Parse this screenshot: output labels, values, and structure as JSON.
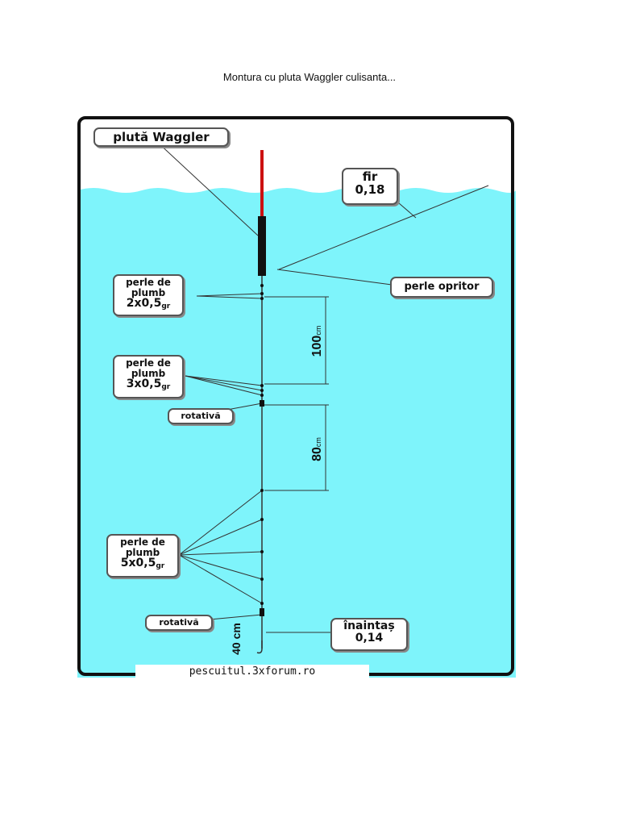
{
  "page": {
    "title": "Montura cu pluta Waggler culisanta..."
  },
  "diagram": {
    "colors": {
      "water": "#7ef4fb",
      "sky": "#ffffff",
      "frame": "#111111",
      "float_tip": "#cc1111",
      "float_body": "#111111"
    },
    "labels": {
      "float": "plută Waggler",
      "line_title": "fir",
      "line_value": "0,18",
      "stopper": "perle opritor",
      "weights_top_line1": "perle de",
      "weights_top_line2": "plumb",
      "weights_top_qty": "2x0,5",
      "weights_mid_line1": "perle de",
      "weights_mid_line2": "plumb",
      "weights_mid_qty": "3x0,5",
      "swivel_top": "rotativă",
      "weights_bottom_line1": "perle de",
      "weights_bottom_line2": "plumb",
      "weights_bottom_qty": "5x0,5",
      "gram_unit": "gr",
      "swivel_bottom": "rotativă",
      "leader_title": "înaintaș",
      "leader_value": "0,14"
    },
    "dimensions": {
      "upper_value": "100",
      "lower_value": "80",
      "unit": "cm",
      "hook_length": "40 cm"
    },
    "footer": "pescuitul.3xforum.ro"
  }
}
